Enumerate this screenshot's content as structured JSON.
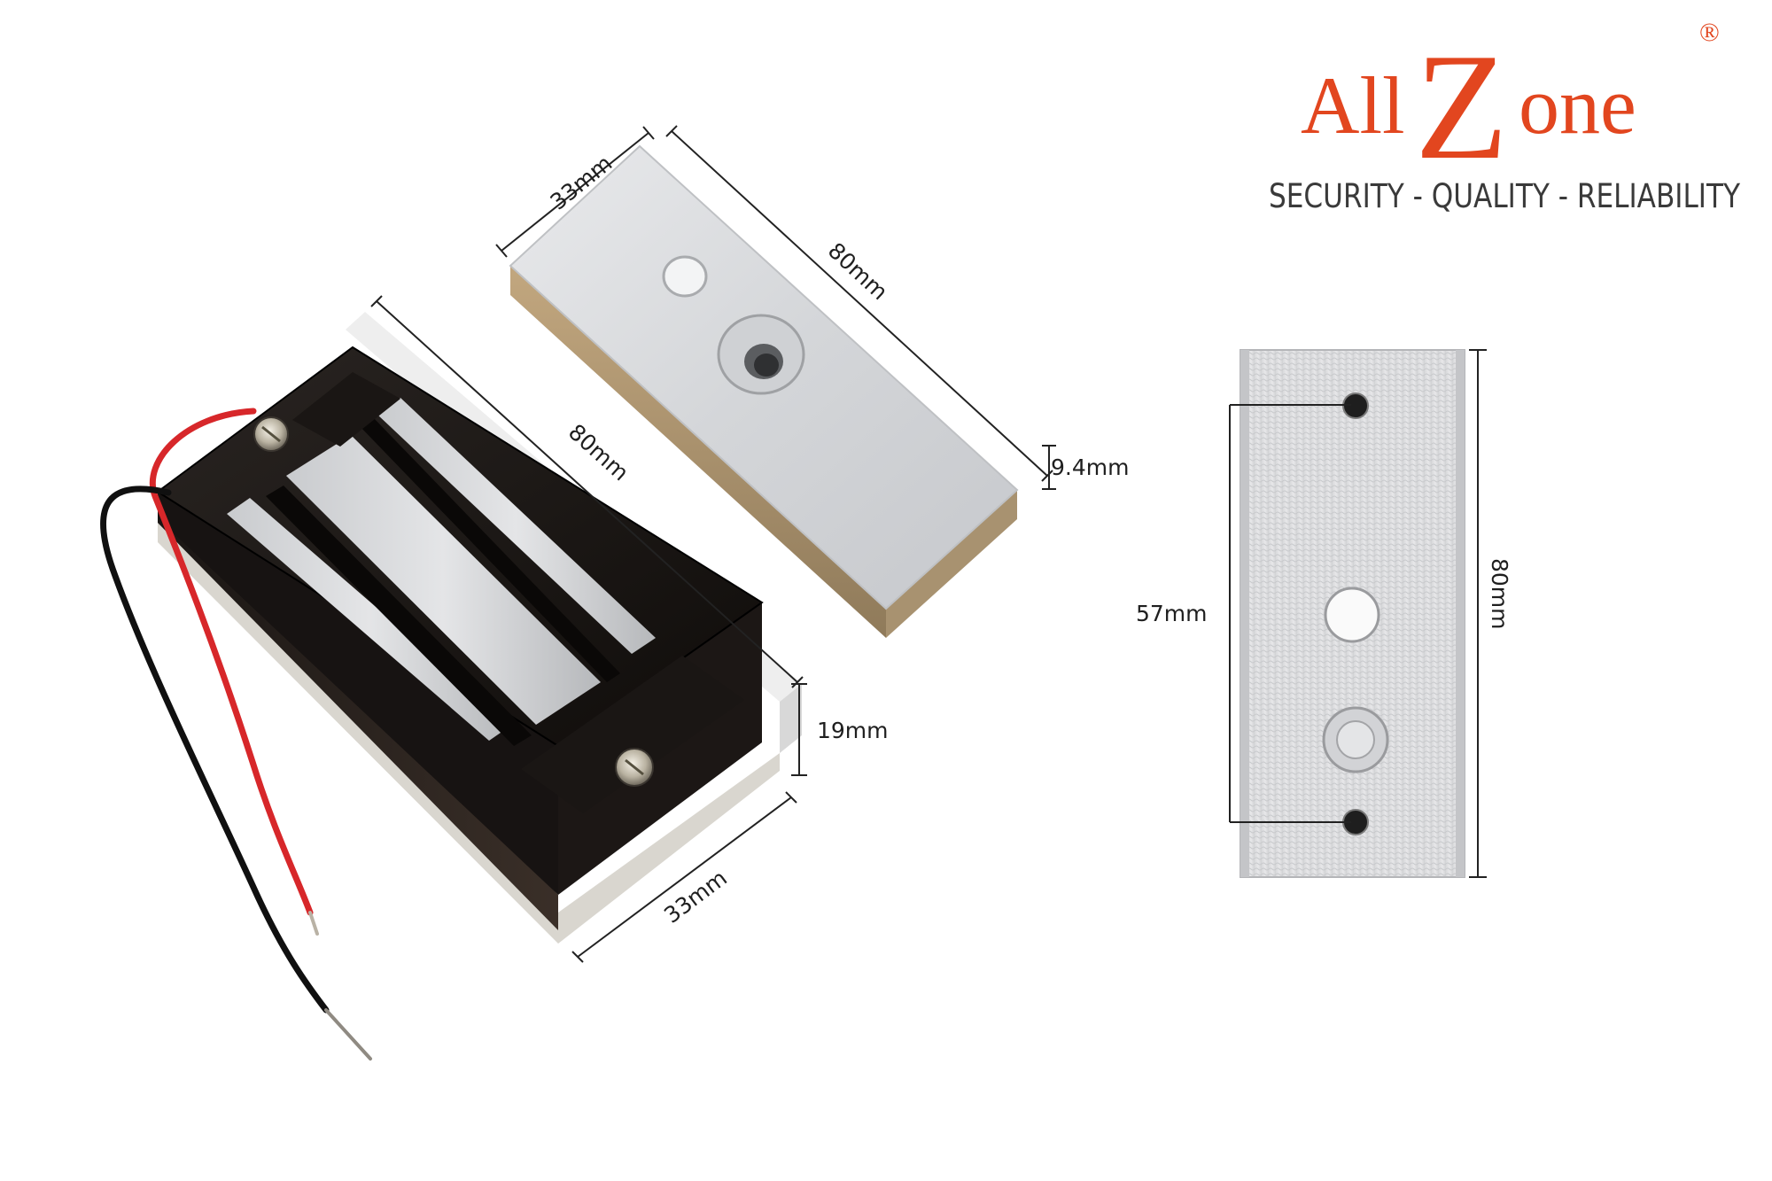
{
  "brand": {
    "name_a": "All",
    "name_z": "Z",
    "name_rest": "one",
    "registered": "®",
    "tagline": "SECURITY - QUALITY - RELIABILITY",
    "color": "#e2461f"
  },
  "lock_body": {
    "length_label": "80mm",
    "height_label": "19mm",
    "width_label": "33mm"
  },
  "armature_plate": {
    "width_label": "33mm",
    "length_label": "80mm",
    "thickness_label": "9.4mm"
  },
  "front_plate": {
    "hole_spacing_label": "57mm",
    "length_label": "80mm"
  }
}
